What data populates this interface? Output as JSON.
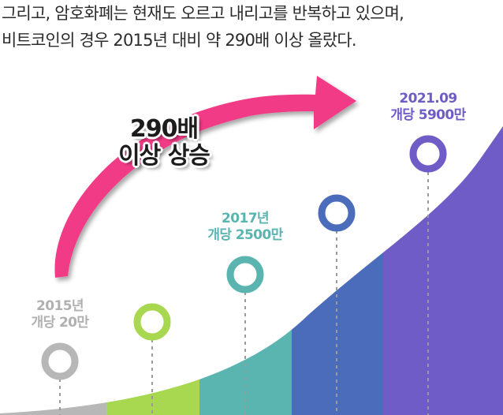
{
  "intro": {
    "line1": "그리고, 암호화폐는 현재도  오르고 내리고를 반복하고 있으며,",
    "line2": "비트코인의 경우  2015년 대비 약 290배 이상 올랐다."
  },
  "callout": {
    "line1": "290배",
    "line2": "이상 상승"
  },
  "milestones": [
    {
      "year": "2015년",
      "price": "개당 20만",
      "color": "#b7b7b7"
    },
    {
      "year": "",
      "price": "",
      "color": "#a7d84f"
    },
    {
      "year": "2017년",
      "price": "개당 2500만",
      "color": "#5ab4b0"
    },
    {
      "year": "",
      "price": "",
      "color": "#4a6cbb"
    },
    {
      "year": "2021.09",
      "price": "개당 5900만",
      "color": "#6f5cc6"
    }
  ],
  "colors": {
    "arrow": "#f23a86",
    "band1": "#b7b7b7",
    "band2": "#a7d84f",
    "band3": "#5ab4b0",
    "band4": "#4a6cbb",
    "band5": "#6f5cc6",
    "text": "#2b2b2b",
    "callout": "#1c1c1c"
  }
}
